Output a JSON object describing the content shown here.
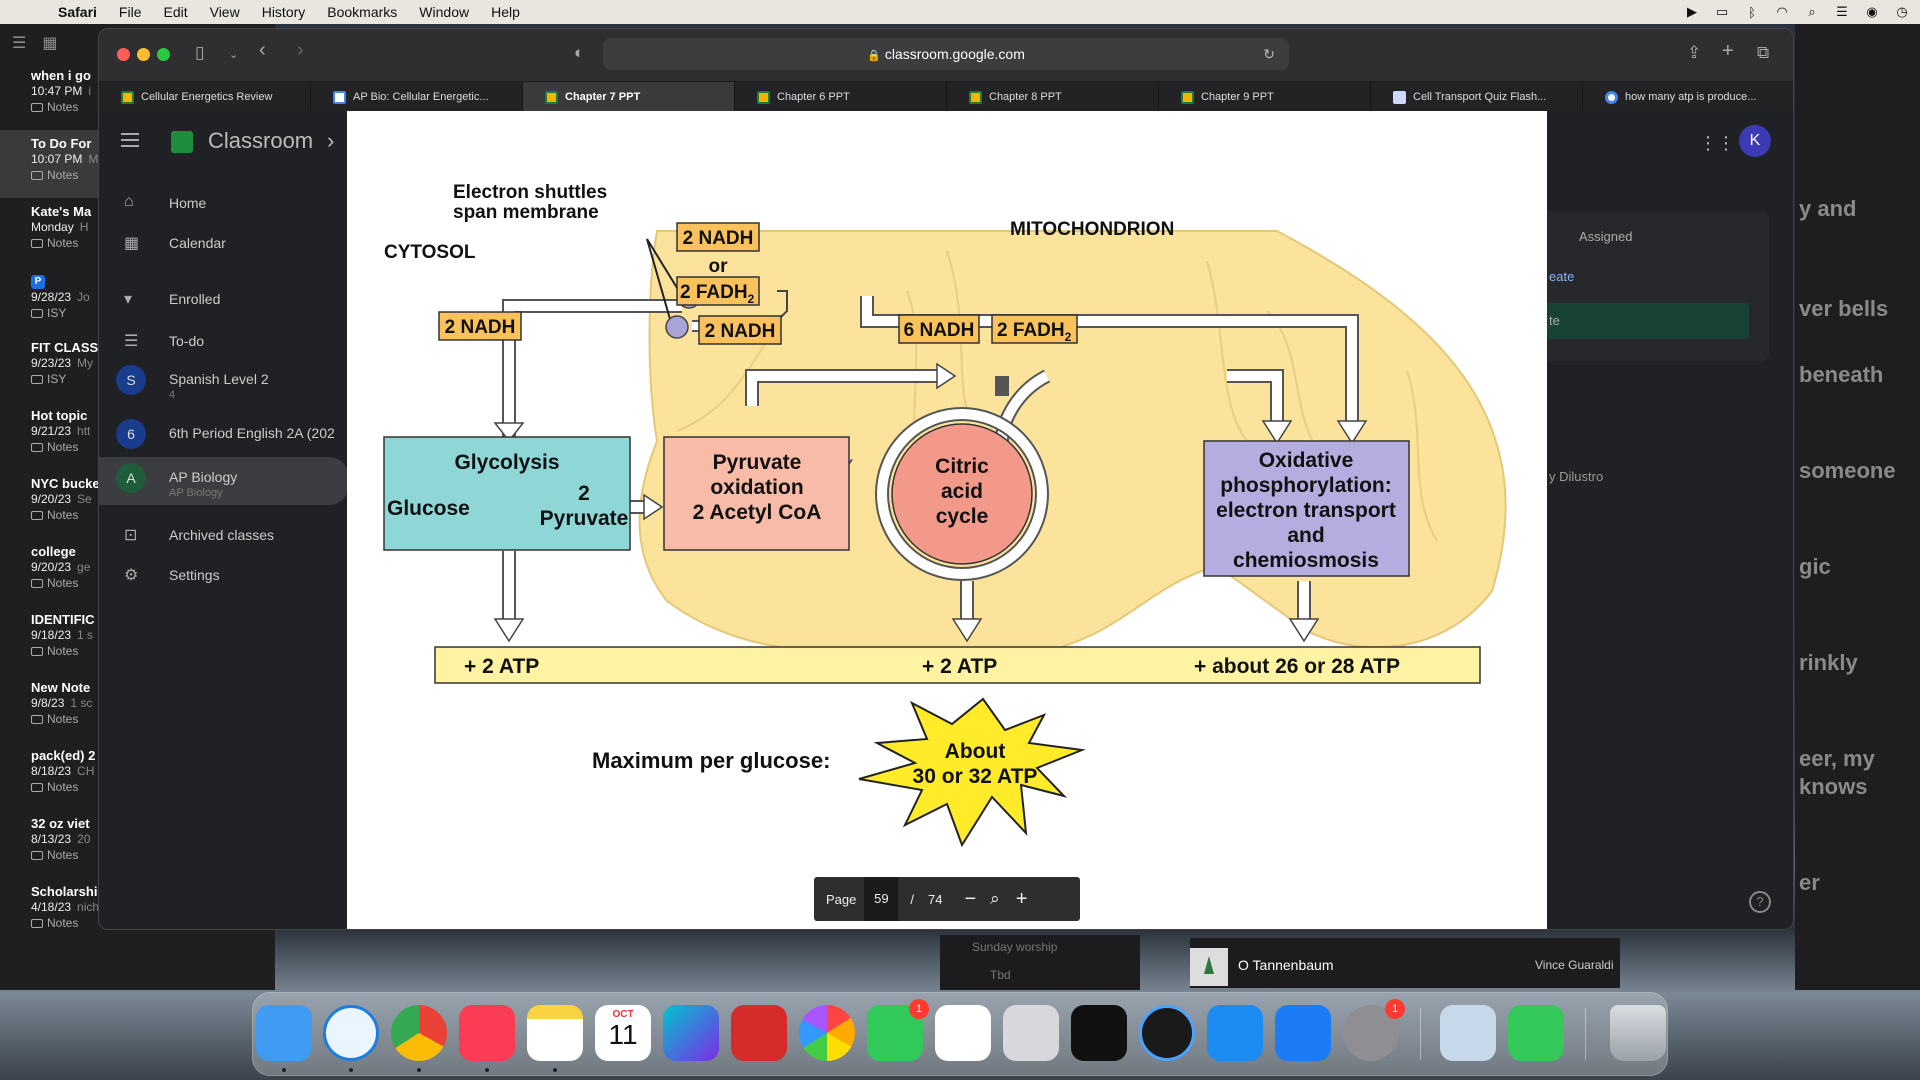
{
  "menubar": {
    "app": "Safari",
    "items": [
      "File",
      "Edit",
      "View",
      "History",
      "Bookmarks",
      "Window",
      "Help"
    ]
  },
  "notes": [
    {
      "title": "when i go",
      "time": "10:47 PM",
      "preview": "i",
      "folder": "Notes"
    },
    {
      "title": "To Do For",
      "time": "10:07 PM",
      "preview": "M",
      "folder": "Notes",
      "selected": true
    },
    {
      "title": "Kate's Ma",
      "time": "Monday",
      "preview": "H",
      "folder": "Notes"
    },
    {
      "title": "P",
      "time": "9/28/23",
      "preview": "Jo",
      "folder": "ISY",
      "badge": true
    },
    {
      "title": "FIT CLASS",
      "time": "9/23/23",
      "preview": "My",
      "folder": "ISY"
    },
    {
      "title": "Hot topic",
      "time": "9/21/23",
      "preview": "htt",
      "folder": "Notes"
    },
    {
      "title": "NYC bucke",
      "time": "9/20/23",
      "preview": "Se",
      "folder": "Notes"
    },
    {
      "title": "college",
      "time": "9/20/23",
      "preview": "ge",
      "folder": "Notes"
    },
    {
      "title": "IDENTIFIC",
      "time": "9/18/23",
      "preview": "1 s",
      "folder": "Notes"
    },
    {
      "title": "New Note",
      "time": "9/8/23",
      "preview": "1 sc",
      "folder": "Notes"
    },
    {
      "title": "pack(ed) 2",
      "time": "8/18/23",
      "preview": "CH",
      "folder": "Notes"
    },
    {
      "title": "32 oz viet",
      "time": "8/13/23",
      "preview": "20",
      "folder": "Notes"
    },
    {
      "title": "Scholarships",
      "time": "4/18/23",
      "preview": "niche.com- personal email...",
      "folder": "Notes"
    }
  ],
  "bg_right": [
    "y and",
    "ver bells",
    "beneath",
    "someone",
    "gic",
    "rinkly",
    "eer, my",
    "knows",
    "er"
  ],
  "bg_bottom": {
    "row1": "Sunday worship",
    "row2": "Tbd",
    "song_title": "O Tannenbaum",
    "song_artist": "Vince Guaraldi"
  },
  "browser": {
    "url": "classroom.google.com",
    "tabs": [
      {
        "label": "Cellular Energetics Review",
        "icon": "slides"
      },
      {
        "label": "AP Bio: Cellular Energetic...",
        "icon": "doc"
      },
      {
        "label": "Chapter 7 PPT",
        "icon": "slides",
        "active": true
      },
      {
        "label": "Chapter 6 PPT",
        "icon": "slides"
      },
      {
        "label": "Chapter 8 PPT",
        "icon": "slides"
      },
      {
        "label": "Chapter 9 PPT",
        "icon": "slides"
      },
      {
        "label": "Cell Transport Quiz Flash...",
        "icon": "card"
      },
      {
        "label": "how many atp is produce...",
        "icon": "g"
      }
    ]
  },
  "classroom": {
    "title": "Classroom",
    "avatar": "K",
    "nav": [
      {
        "label": "Home",
        "icon": "home-icon",
        "glyph": "⌂"
      },
      {
        "label": "Calendar",
        "icon": "calendar-icon",
        "glyph": "▦"
      },
      {
        "label": "Enrolled",
        "icon": "enrolled-icon",
        "glyph": "▾"
      },
      {
        "label": "To-do",
        "icon": "todo-icon",
        "glyph": "☰"
      },
      {
        "label": "Spanish Level 2",
        "sub": "4",
        "icon": "class-avatar-icon",
        "letter": "S",
        "color": "#1a3c8c"
      },
      {
        "label": "6th Period English 2A (202",
        "icon": "class-avatar-icon",
        "letter": "6",
        "color": "#1a3c8c"
      },
      {
        "label": "AP Biology",
        "sub": "AP Biology",
        "icon": "class-avatar-icon",
        "letter": "A",
        "color": "#1e5c3a",
        "active": true
      },
      {
        "label": "Archived classes",
        "icon": "archive-icon",
        "glyph": "⊡"
      },
      {
        "label": "Settings",
        "icon": "settings-icon",
        "glyph": "⚙"
      }
    ],
    "assigned": "Assigned",
    "create": "eate",
    "join": "te",
    "teacher": "y Dilustro"
  },
  "slide": {
    "cytosol": "CYTOSOL",
    "mito": "MITOCHONDRION",
    "shuttles_1": "Electron shuttles",
    "shuttles_2": "span membrane",
    "nadh_top": "2 NADH",
    "or": "or",
    "fadh_top": "2 FADH",
    "fadh_sub": "2",
    "nadh_left": "2 NADH",
    "nadh_mid": "2 NADH",
    "nadh_6": "6 NADH",
    "fadh_right": "2 FADH",
    "fadh_right_sub": "2",
    "glycolysis": "Glycolysis",
    "glucose": "Glucose",
    "pyruvate_num": "2",
    "pyruvate": "Pyruvate",
    "pox_1": "Pyruvate",
    "pox_2": "oxidation",
    "pox_3": "2 Acetyl CoA",
    "cac_1": "Citric",
    "cac_2": "acid",
    "cac_3": "cycle",
    "ox_1": "Oxidative",
    "ox_2": "phosphorylation:",
    "ox_3": "electron transport",
    "ox_4": "and",
    "ox_5": "chemiosmosis",
    "atp_1": "+ 2 ATP",
    "atp_2": "+ 2 ATP",
    "atp_3": "+ about 26 or 28 ATP",
    "max_label": "Maximum per glucose:",
    "star_1": "About",
    "star_2": "30 or 32 ATP"
  },
  "pager": {
    "label": "Page",
    "current": "59",
    "sep": "/",
    "total": "74"
  },
  "dock": {
    "calendar_month": "OCT",
    "calendar_day": "11",
    "facetime_badge": "1",
    "settings_badge": "1"
  }
}
